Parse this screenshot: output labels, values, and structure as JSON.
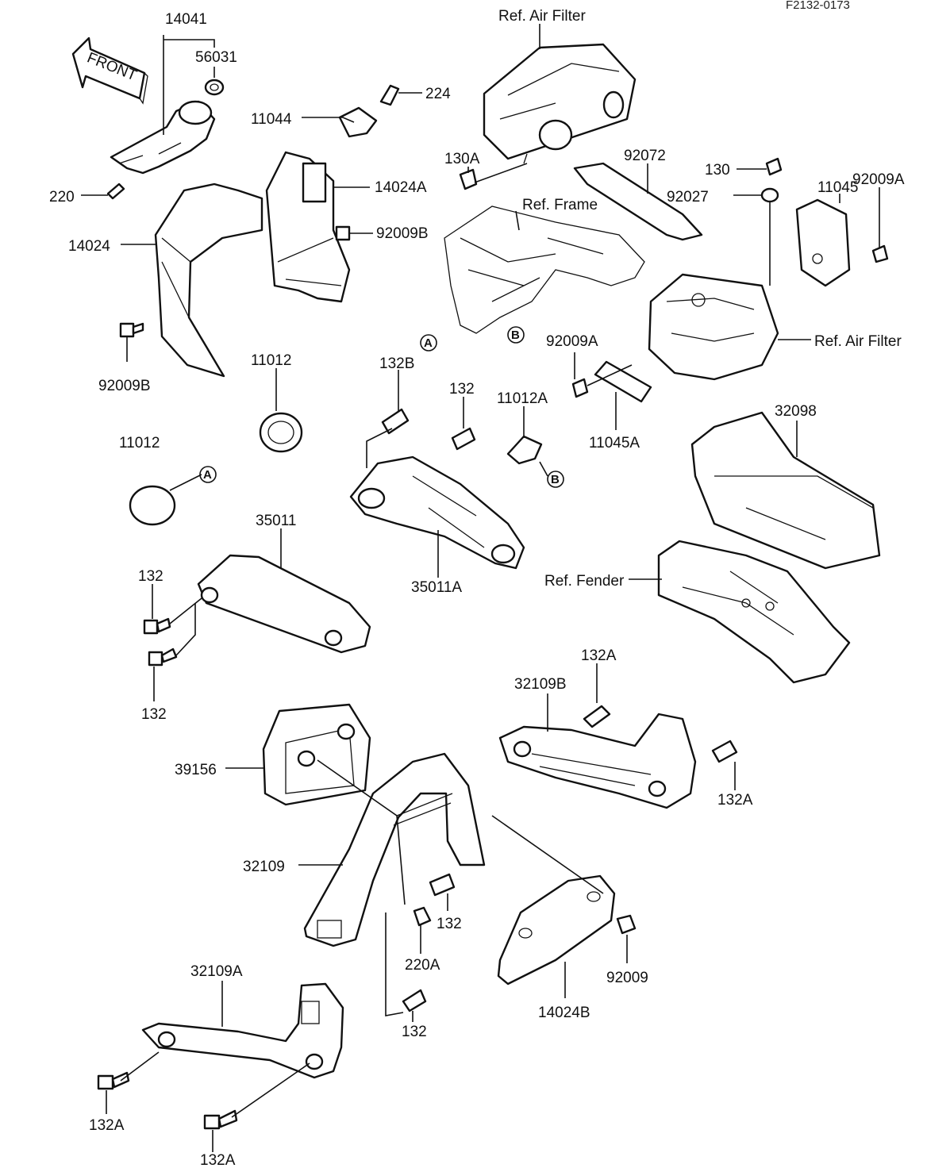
{
  "figure_code": "F2132-0173",
  "front_marker": "FRONT",
  "reference_letters": [
    "A",
    "B"
  ],
  "labels": {
    "p14041": "14041",
    "p56031": "56031",
    "p224": "224",
    "p11044": "11044",
    "p220": "220",
    "p14024": "14024",
    "p14024A": "14024A",
    "p92009B_top": "92009B",
    "p92009B_left": "92009B",
    "p11012_a": "11012",
    "p11012_b": "11012",
    "ref_air_filter_top": "Ref. Air Filter",
    "p130A": "130A",
    "p92072": "92072",
    "ref_frame": "Ref. Frame",
    "p130": "130",
    "p92027": "92027",
    "p11045": "11045",
    "p92009A_right": "92009A",
    "ref_air_filter_right": "Ref. Air Filter",
    "p92009A_mid": "92009A",
    "p11045A": "11045A",
    "p132B": "132B",
    "p132_mid": "132",
    "p11012A": "11012A",
    "p32098": "32098",
    "p35011": "35011",
    "p35011A": "35011A",
    "ref_fender": "Ref. Fender",
    "p132_left_top": "132",
    "p132_left_bot": "132",
    "p132A_right_top": "132A",
    "p32109B": "32109B",
    "p132A_right_bot": "132A",
    "p39156": "39156",
    "p32109": "32109",
    "p132_center": "132",
    "p220A": "220A",
    "p92009": "92009",
    "p14024B": "14024B",
    "p132_bottom": "132",
    "p32109A": "32109A",
    "p132A_bl_1": "132A",
    "p132A_bl_2": "132A"
  }
}
